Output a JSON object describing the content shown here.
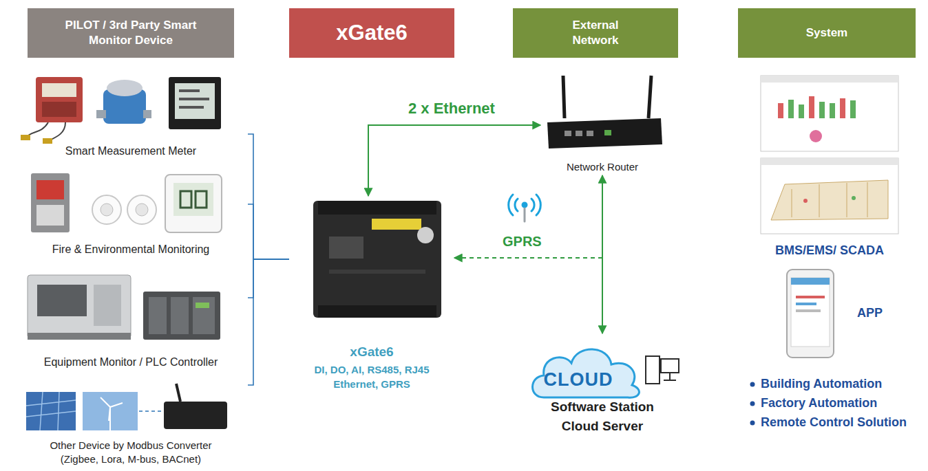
{
  "diagram": {
    "nodes": [
      {
        "text": [
          "PILOT / 3rd Party Smart Monitor Device"
        ]
      },
      {
        "text": [
          "xGate6"
        ]
      },
      {
        "text": [
          "External Network"
        ]
      },
      {
        "text": [
          "System"
        ]
      },
      {
        "text": [
          "Smart Measurement Meter"
        ]
      },
      {
        "text": [
          "Fire & Environmental Monitoring"
        ]
      },
      {
        "text": [
          "Equipment Monitor / PLC Controller"
        ]
      },
      {
        "text": [
          "Other Device by Modbus Converter (Zigbee, Lora, M-bus, BACnet)"
        ]
      },
      {
        "text": [
          "xGate6",
          "DI, DO, AI, RS485, RJ45 Ethernet, GPRS"
        ]
      },
      {
        "text": [
          "Network Router"
        ]
      },
      {
        "text": [
          "CLOUD",
          "Software Station Cloud Server"
        ]
      },
      {
        "text": [
          "BMS/EMS/ SCADA"
        ]
      },
      {
        "text": [
          "APP"
        ]
      }
    ],
    "edges": [
      {
        "from": 4,
        "to": 8,
        "arrow": "none"
      },
      {
        "from": 5,
        "to": 8,
        "arrow": "none"
      },
      {
        "from": 6,
        "to": 8,
        "arrow": "none"
      },
      {
        "from": 7,
        "to": 8,
        "arrow": "none"
      },
      {
        "from": 8,
        "to": 9,
        "label": "2 x Ethernet",
        "arrow": "both"
      },
      {
        "from": 9,
        "to": 10,
        "arrow": "both"
      },
      {
        "from": 10,
        "to": 8,
        "label": "GPRS",
        "arrow": "to"
      }
    ],
    "labels": [
      "Building Automation",
      "Factory Automation",
      "Remote Control Solution"
    ]
  }
}
